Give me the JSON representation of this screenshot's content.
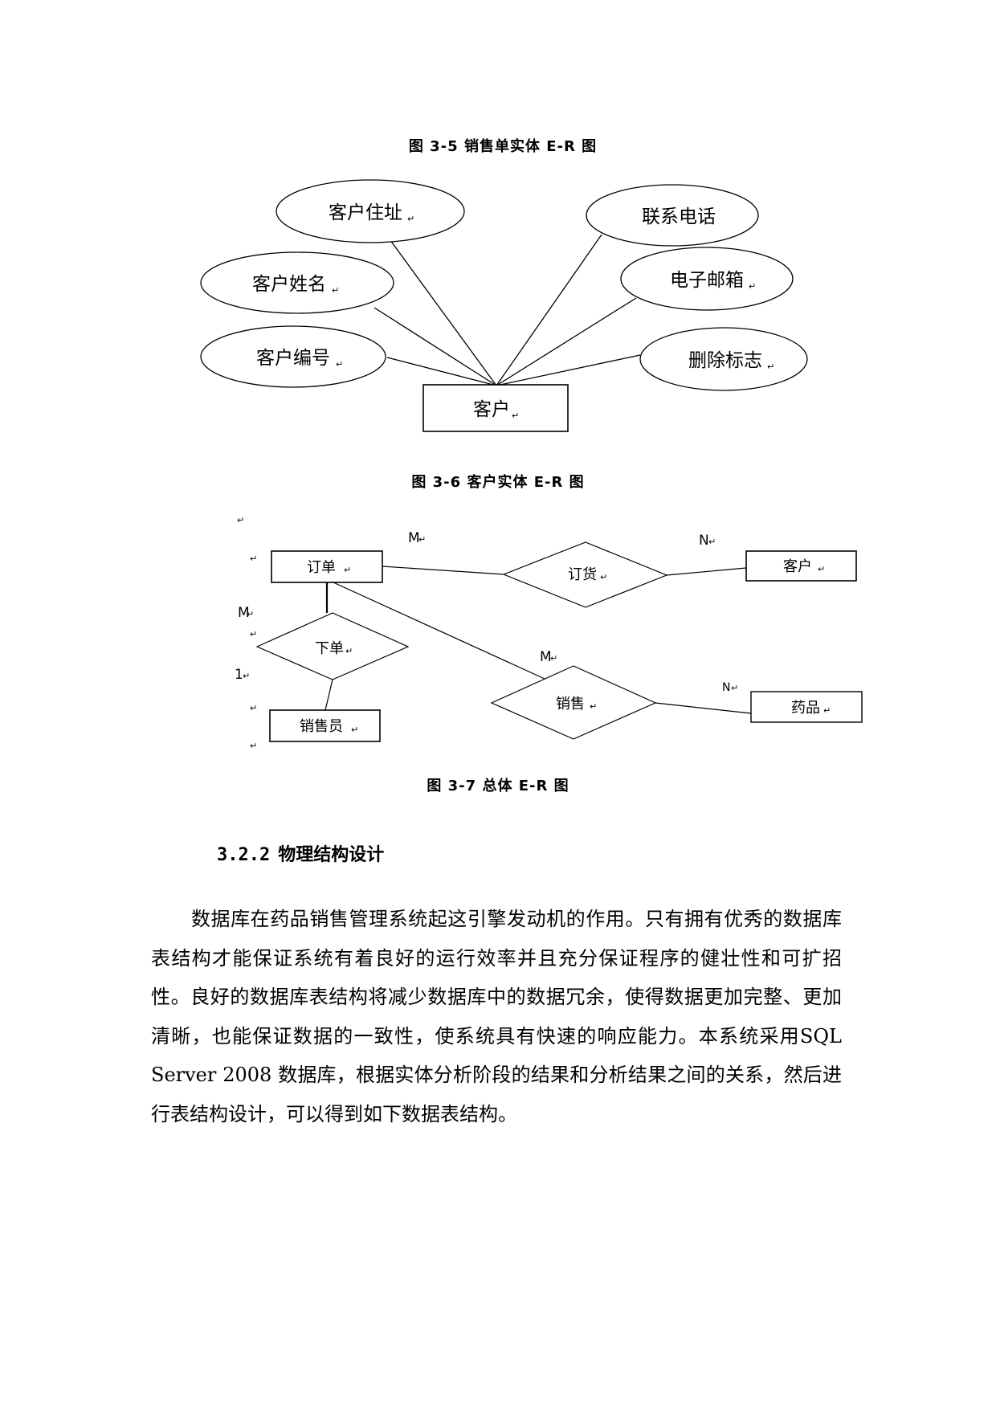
{
  "figure_3_5": {
    "caption": "图 3-5  销售单实体 E-R 图"
  },
  "figure_3_6": {
    "caption": "图 3-6  客户实体 E-R 图",
    "entity": "客户",
    "attributes": [
      {
        "label": "客户住址"
      },
      {
        "label": "客户姓名"
      },
      {
        "label": "客户编号"
      },
      {
        "label": "联系电话"
      },
      {
        "label": "电子邮箱"
      },
      {
        "label": "删除标志"
      }
    ]
  },
  "figure_3_7": {
    "caption": "图 3-7  总体 E-R 图",
    "entities": {
      "order": "订单",
      "customer": "客户",
      "salesperson": "销售员",
      "drug": "药品"
    },
    "relationships": {
      "ordering": "订货",
      "place_order": "下单",
      "sale": "销售"
    },
    "cardinalities": {
      "order_ordering": "M",
      "customer_ordering": "N",
      "order_place_order": "M",
      "salesperson_place_order": "1",
      "order_sale": "M",
      "drug_sale": "N"
    },
    "paragraph_mark": "↵"
  },
  "section": {
    "number": "3.2.2",
    "title": "物理结构设计"
  },
  "body": {
    "paragraph": "数据库在药品销售管理系统起这引擎发动机的作用。只有拥有优秀的数据库表结构才能保证系统有着良好的运行效率并且充分保证程序的健壮性和可扩招性。良好的数据库表结构将减少数据库中的数据冗余，使得数据更加完整、更加清晰，也能保证数据的一致性，使系统具有快速的响应能力。本系统采用SQL Server 2008 数据库，根据实体分析阶段的结果和分析结果之间的关系，然后进行表结构设计，可以得到如下数据表结构。"
  }
}
